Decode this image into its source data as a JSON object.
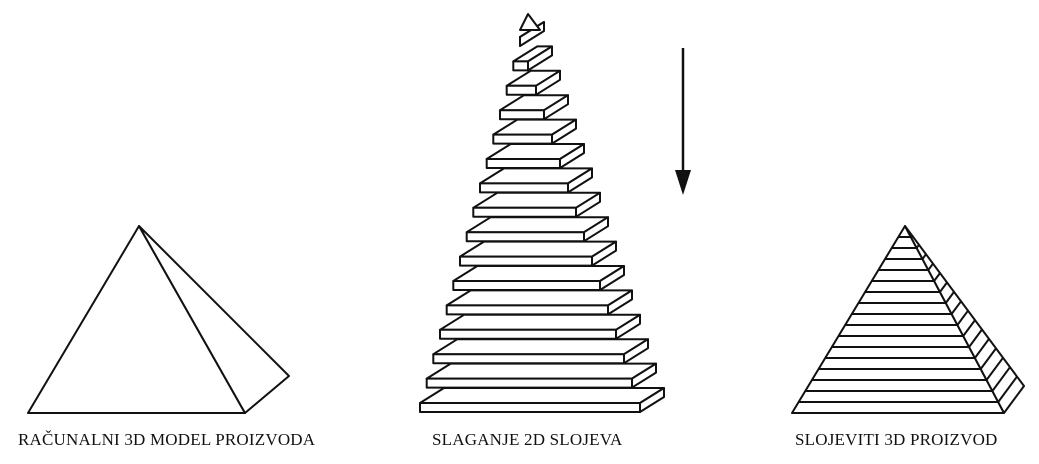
{
  "labels": {
    "model": "RAČUNALNI 3D MODEL PROIZVODA",
    "slicing": "SLAGANJE 2D SLOJEVA",
    "product": "SLOJEVITI 3D PROIZVOD"
  },
  "style": {
    "stroke": "#111111",
    "fill": "#ffffff",
    "text": "#111111"
  },
  "stacked_layers": 16,
  "product_layers": 17
}
